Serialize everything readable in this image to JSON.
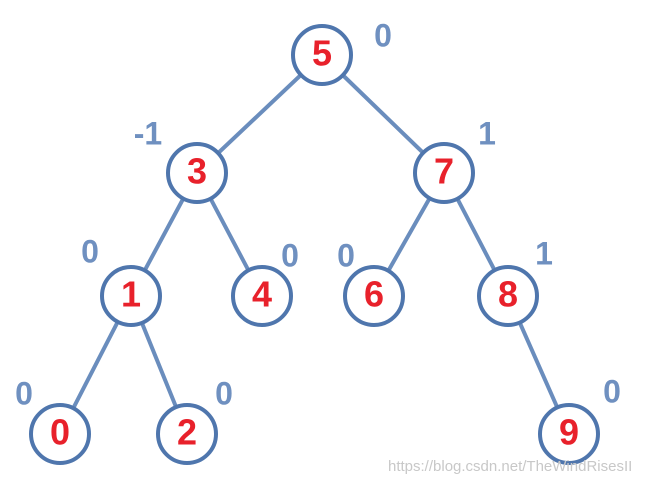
{
  "tree": {
    "nodes": [
      {
        "id": "5",
        "label": "5",
        "balance": "0"
      },
      {
        "id": "3",
        "label": "3",
        "balance": "-1"
      },
      {
        "id": "7",
        "label": "7",
        "balance": "1"
      },
      {
        "id": "1",
        "label": "1",
        "balance": "0"
      },
      {
        "id": "4",
        "label": "4",
        "balance": "0"
      },
      {
        "id": "6",
        "label": "6",
        "balance": "0"
      },
      {
        "id": "8",
        "label": "8",
        "balance": "1"
      },
      {
        "id": "0",
        "label": "0",
        "balance": "0"
      },
      {
        "id": "2",
        "label": "2",
        "balance": "0"
      },
      {
        "id": "9",
        "label": "9",
        "balance": "0"
      }
    ],
    "edges": [
      {
        "from": "5",
        "to": "3"
      },
      {
        "from": "5",
        "to": "7"
      },
      {
        "from": "3",
        "to": "1"
      },
      {
        "from": "3",
        "to": "4"
      },
      {
        "from": "7",
        "to": "6"
      },
      {
        "from": "7",
        "to": "8"
      },
      {
        "from": "1",
        "to": "0"
      },
      {
        "from": "1",
        "to": "2"
      },
      {
        "from": "8",
        "to": "9"
      }
    ]
  },
  "watermark": "https://blog.csdn.net/TheWindRisesII",
  "colors": {
    "node_text": "#e8212b",
    "node_border": "#4f76ad",
    "edge": "#6a8dbd",
    "balance_text": "#6f90c0"
  }
}
